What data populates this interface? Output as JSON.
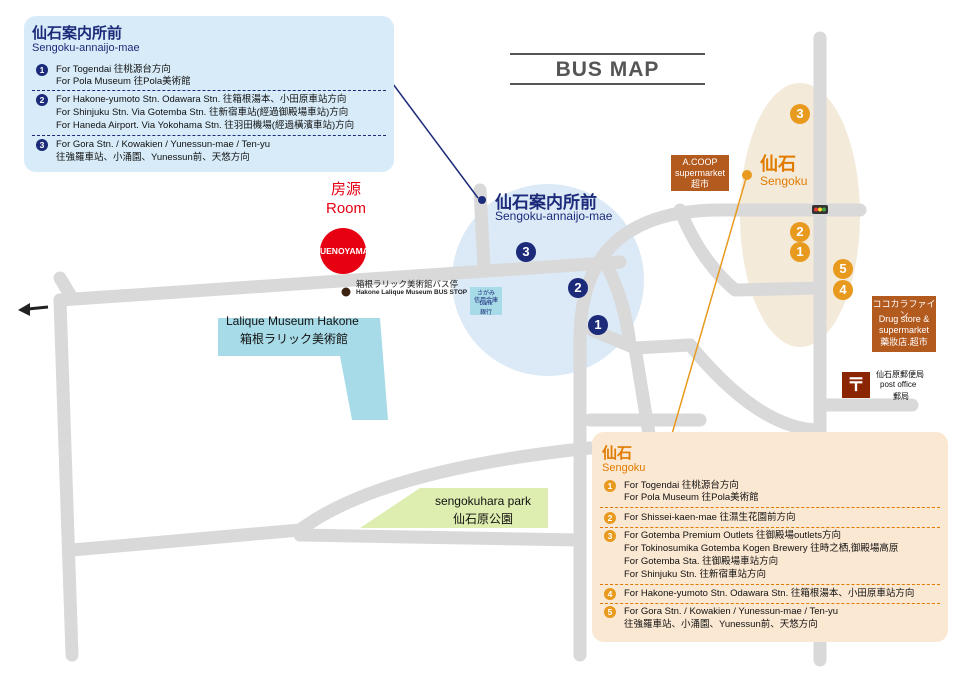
{
  "title": "BUS MAP",
  "panel_annaijo": {
    "title_jp": "仙石案内所前",
    "title_romaji": "Sengoku-annaijo-mae",
    "routes": [
      {
        "num": "1",
        "lines": [
          "For Togendai 往桃源台方向",
          "For Pola Museum 往Pola美術館"
        ]
      },
      {
        "num": "2",
        "lines": [
          "For Hakone-yumoto Stn. Odawara Stn. 往箱根湯本、小田原車站方向",
          "For Shinjuku Stn. Via Gotemba Stn. 往新宿車站(經過御殿場車站)方向",
          "For Haneda Airport. Via Yokohama Stn. 往羽田機場(經過橫濱車站)方向"
        ]
      },
      {
        "num": "3",
        "lines": [
          "For Gora Stn. / Kowakien / Yunessun-mae / Ten-yu",
          "往強羅車站、小涌園、Yunessun前、天悠方向"
        ]
      }
    ]
  },
  "panel_sengoku": {
    "title_jp": "仙石",
    "title_romaji": "Sengoku",
    "routes": [
      {
        "num": "1",
        "lines": [
          "For Togendai 往桃源台方向",
          "For Pola Museum 往Pola美術館"
        ]
      },
      {
        "num": "2",
        "lines": [
          "For Shissei-kaen-mae 往濕生花園前方向"
        ]
      },
      {
        "num": "3",
        "lines": [
          "For Gotemba Premium Outlets 往御殿場outlets方向",
          "For Tokinosumika Gotemba Kogen Brewery 往時之栖,御殿場高原",
          "For Gotemba Sta. 往御殿場車站方向",
          "For Shinjuku Stn. 往新宿車站方向"
        ]
      },
      {
        "num": "4",
        "lines": [
          "For Hakone-yumoto Stn. Odawara Stn. 往箱根湯本、小田原車站方向"
        ]
      },
      {
        "num": "5",
        "lines": [
          "For Gora Stn. / Kowakien / Yunessun-mae / Ten-yu",
          "往強羅車站、小涌園、Yunessun前、天悠方向"
        ]
      }
    ]
  },
  "map_labels": {
    "annaijo_jp": "仙石案内所前",
    "annaijo_romaji": "Sengoku-annaijo-mae",
    "sengoku_jp": "仙石",
    "sengoku_romaji": "Sengoku",
    "room_jp": "房源",
    "room_en": "Room",
    "room_marker": "UENOYAMA",
    "lalique_stop_jp": "箱根ラリック美術館バス停",
    "lalique_stop_en": "Hakone Lalique Museum BUS STOP",
    "lalique_museum_en": "Lalique Museum Hakone",
    "lalique_museum_jp": "箱根ラリック美術館",
    "bank_l1": "さがみ",
    "bank_l2": "信用金庫",
    "bank_l3": "bank",
    "bank_l4": "銀行",
    "park_en": "sengokuhara park",
    "park_jp": "仙石原公園",
    "acoop_l1": "A.COOP",
    "acoop_l2": "supermarket",
    "acoop_l3": "超市",
    "drug_l1": "ココカラファイン",
    "drug_l2": "Drug store &",
    "drug_l3": "supermarket",
    "drug_l4": "藥妝店.超市",
    "post_jp": "仙石原郵便局",
    "post_en": "post office",
    "post_zh": "郵局",
    "post_symbol": "〒"
  },
  "map_stops": {
    "annaijo": [
      "3",
      "2",
      "1"
    ],
    "sengoku": [
      "3",
      "2",
      "1",
      "5",
      "4"
    ]
  },
  "colors": {
    "navy": "#1c2a7a",
    "orange": "#e89a1e",
    "road": "#d9d9d9",
    "panel_blue": "#d7ecf8",
    "panel_orange": "#fbe8d2",
    "room_red": "#e60012",
    "shop_brown": "#b35a1f",
    "museum_blue": "#a8dbe8",
    "park_green": "#deeeb0"
  }
}
